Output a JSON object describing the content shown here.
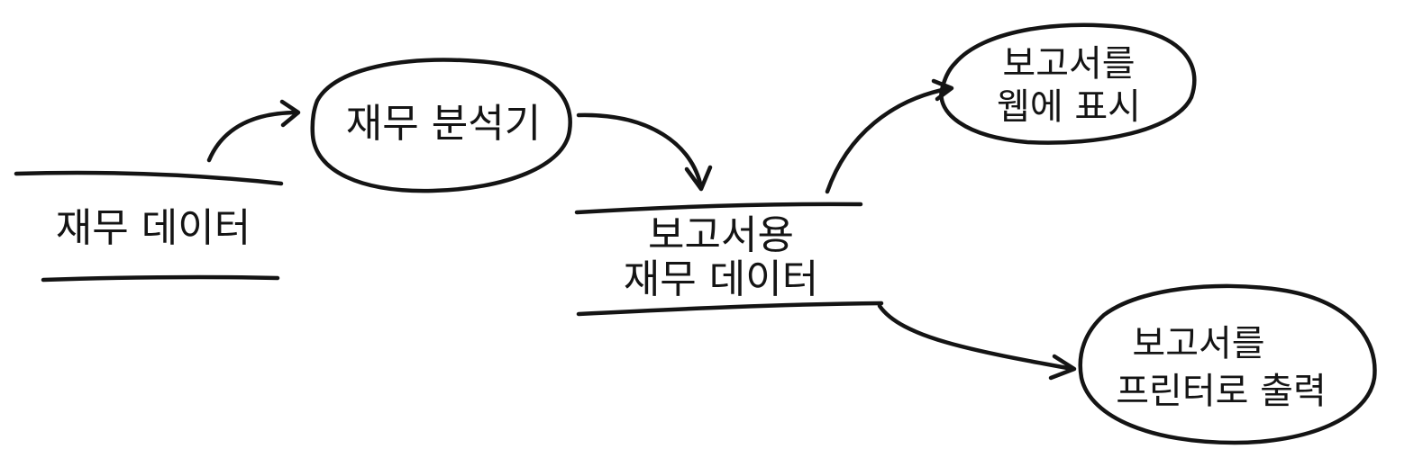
{
  "diagram": {
    "stores": {
      "financial_data": "재무 데이터",
      "report_data_line1": "보고서용",
      "report_data_line2": "재무 데이터"
    },
    "processes": {
      "analyzer": "재무 분석기",
      "web_line1": "보고서를",
      "web_line2": "웹에 표시",
      "print_line1": "보고서를",
      "print_line2": "프린터로 출력"
    },
    "colors": {
      "ink": "#141414",
      "background": "#ffffff"
    }
  }
}
